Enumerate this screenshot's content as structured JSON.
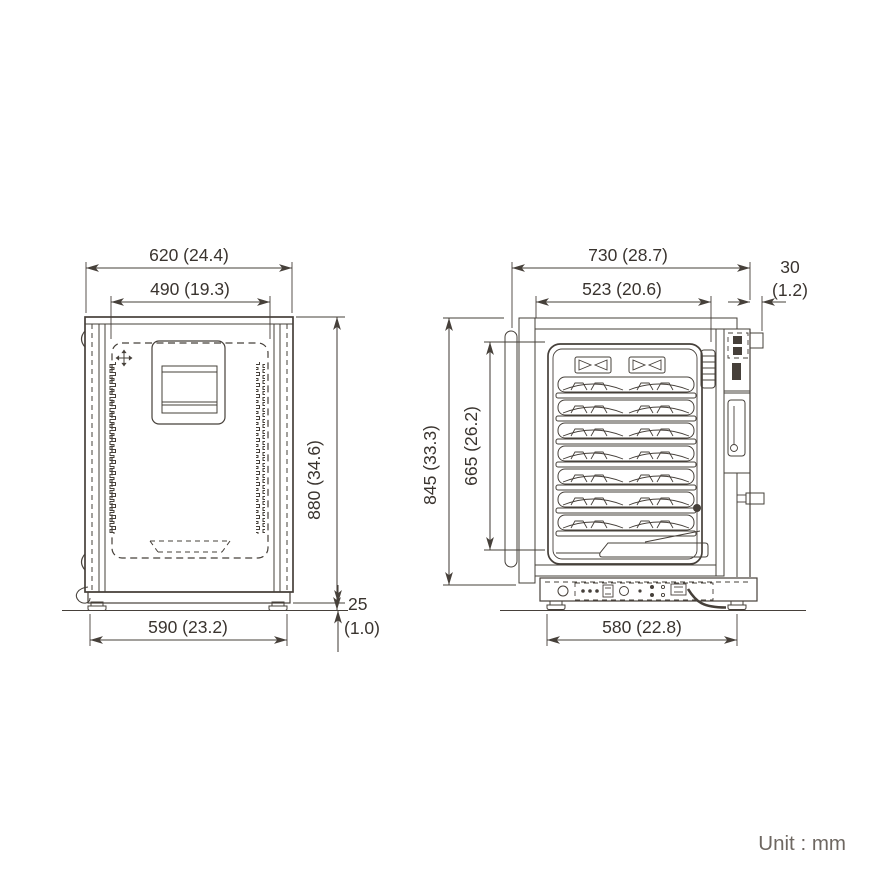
{
  "diagram": {
    "unit_note": "Unit : mm",
    "colors": {
      "line": "#46403a",
      "text": "#3a342f",
      "muted_text": "#6e6761",
      "background": "#ffffff"
    },
    "icons": {
      "door_adjust": "crosshair-arrows-icon"
    },
    "front_view": {
      "dimensions": {
        "overall_width": "620 (24.4)",
        "door_width": "490 (19.3)",
        "overall_height": "880 (34.6)",
        "base_width": "590 (23.2)",
        "foot_height": {
          "value": "25",
          "inches": "(1.0)"
        }
      }
    },
    "side_view": {
      "dimensions": {
        "overall_depth": "730 (28.7)",
        "interior_depth": "523 (20.6)",
        "rear_projection": {
          "value": "30",
          "inches": "(1.2)"
        },
        "body_height": "845 (33.3)",
        "interior_height": "665 (26.2)",
        "base_depth": "580 (22.8)"
      }
    }
  }
}
